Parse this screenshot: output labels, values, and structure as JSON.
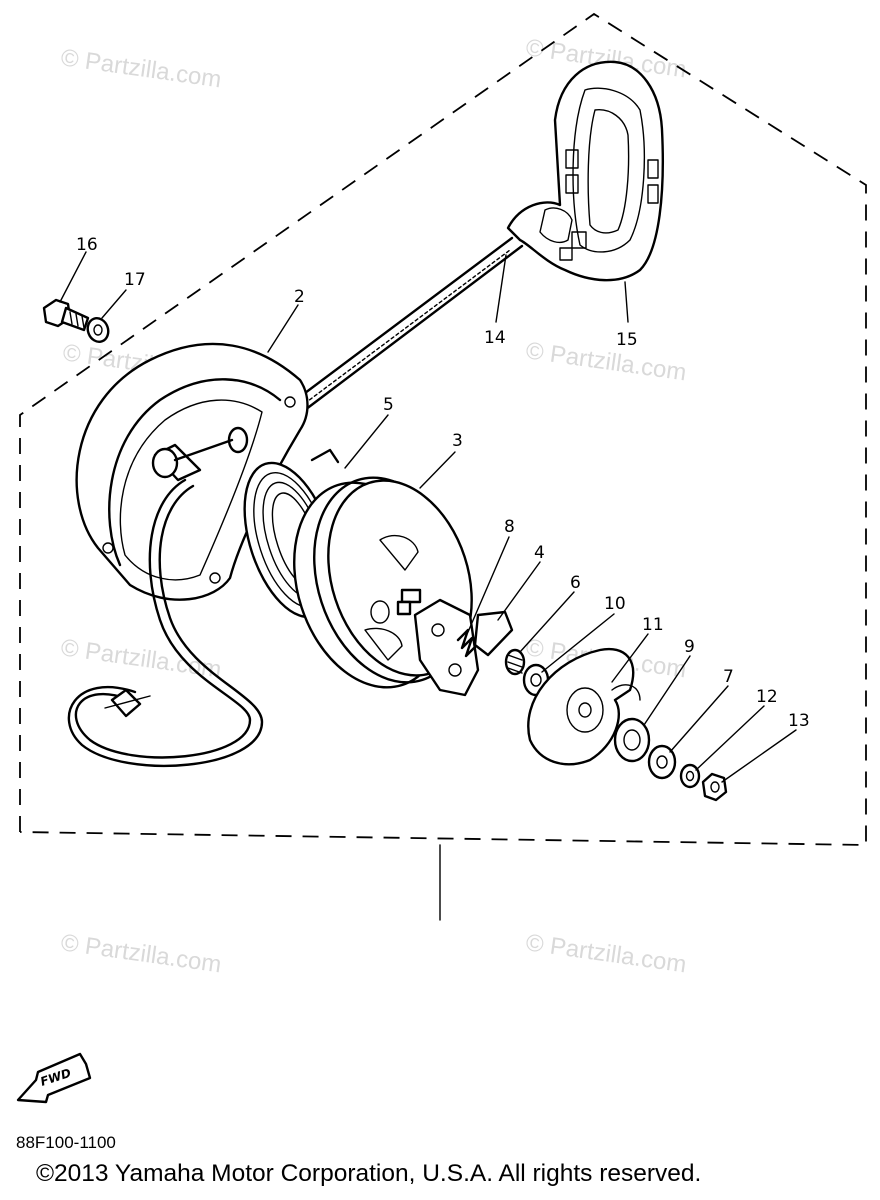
{
  "watermarks": [
    "© Partzilla.com",
    "© Partzilla.com",
    "© Partzilla.com",
    "© Partzilla.com",
    "© Partzilla.com",
    "© Partzilla.com",
    "© Partzilla.com",
    "© Partzilla.com"
  ],
  "callouts": [
    {
      "id": "p1",
      "label": "16"
    },
    {
      "id": "p2",
      "label": "17"
    },
    {
      "id": "p3",
      "label": "2"
    },
    {
      "id": "p4",
      "label": "14"
    },
    {
      "id": "p5",
      "label": "15"
    },
    {
      "id": "p6",
      "label": "5"
    },
    {
      "id": "p7",
      "label": "3"
    },
    {
      "id": "p8",
      "label": "8"
    },
    {
      "id": "p9",
      "label": "4"
    },
    {
      "id": "p10",
      "label": "6"
    },
    {
      "id": "p11",
      "label": "10"
    },
    {
      "id": "p12",
      "label": "11"
    },
    {
      "id": "p13",
      "label": "9"
    },
    {
      "id": "p14",
      "label": "7"
    },
    {
      "id": "p15",
      "label": "12"
    },
    {
      "id": "p16",
      "label": "13"
    }
  ],
  "fwd_label": "FWD",
  "diagram_code": "88F100-1100",
  "copyright": "©2013  Yamaha Motor Corporation, U.S.A. All rights reserved."
}
